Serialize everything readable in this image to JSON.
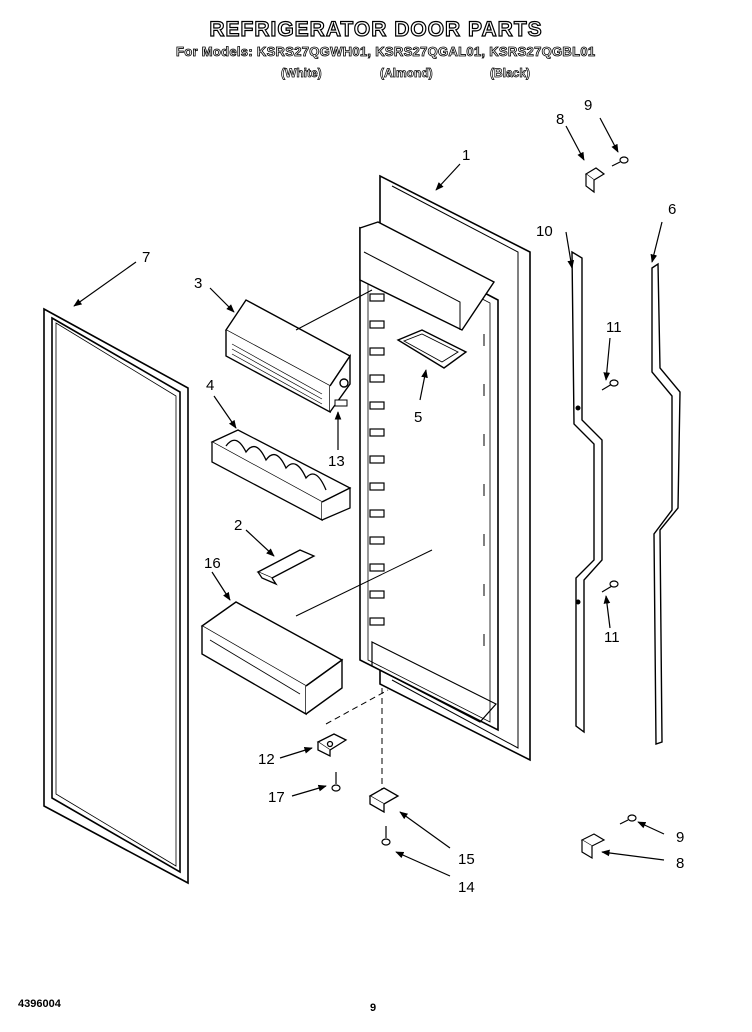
{
  "header": {
    "title": "REFRIGERATOR DOOR PARTS",
    "models": "For Models: KSRS27QGWH01, KSRS27QGAL01, KSRS27QGBL01",
    "color_white": "(White)",
    "color_almond": "(Almond)",
    "color_black": "(Black)"
  },
  "footer": {
    "doc_number": "4396004",
    "page_number": "9"
  },
  "callouts": {
    "c1": "1",
    "c2": "2",
    "c3": "3",
    "c4": "4",
    "c5": "5",
    "c6": "6",
    "c7": "7",
    "c8a": "8",
    "c8b": "8",
    "c9a": "9",
    "c9b": "9",
    "c10": "10",
    "c11a": "11",
    "c11b": "11",
    "c12": "12",
    "c13": "13",
    "c14": "14",
    "c15": "15",
    "c16": "16",
    "c17": "17"
  }
}
